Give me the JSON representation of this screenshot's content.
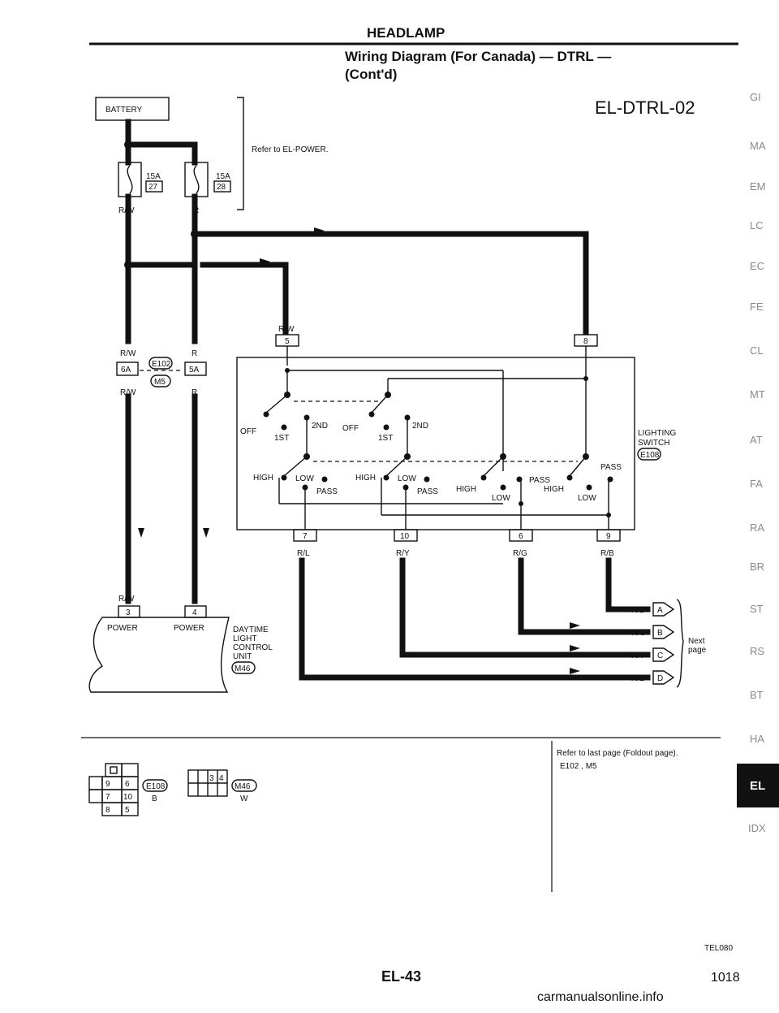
{
  "header": {
    "title": "HEADLAMP",
    "subtitle_line1": "Wiring Diagram (For Canada) — DTRL —",
    "subtitle_line2": "(Cont'd)",
    "diagram_code": "EL-DTRL-02"
  },
  "battery": {
    "label": "BATTERY",
    "note": "Refer to EL-POWER."
  },
  "fuses": [
    {
      "amp": "15A",
      "num": "27"
    },
    {
      "amp": "15A",
      "num": "28"
    }
  ],
  "wire_colors": {
    "rw": "R/W",
    "r": "R",
    "rl": "R/L",
    "ry": "R/Y",
    "rg": "R/G",
    "rb": "R/B"
  },
  "connectors": {
    "c6a": "6A",
    "c5a": "5A",
    "e102": "E102",
    "m5": "M5",
    "c5": "5",
    "c8": "8",
    "c7": "7",
    "c10": "10",
    "c6": "6",
    "c9": "9",
    "c3": "3",
    "c4": "4"
  },
  "switch": {
    "off": "OFF",
    "first": "1ST",
    "second": "2ND",
    "high": "HIGH",
    "low": "LOW",
    "pass": "PASS",
    "label_line1": "LIGHTING",
    "label_line2": "SWITCH",
    "connector": "E108"
  },
  "dtrl_unit": {
    "power": "POWER",
    "label_line1": "DAYTIME",
    "label_line2": "LIGHT",
    "label_line3": "CONTROL",
    "label_line4": "UNIT",
    "connector": "M46"
  },
  "next_page": {
    "refs": [
      "A",
      "B",
      "C",
      "D"
    ],
    "label_line1": "Next",
    "label_line2": "page"
  },
  "bottom": {
    "e108_pins": [
      "9",
      "6",
      "7",
      "10",
      "8",
      "5"
    ],
    "e108_name": "E108",
    "e108_color": "B",
    "m46_pins": [
      "3",
      "4"
    ],
    "m46_name": "M46",
    "m46_color": "W",
    "refer_note": "Refer to last page (Foldout page).",
    "refer_connectors": "E102 , M5",
    "code": "TEL080",
    "page_label": "EL-43",
    "page_number": "1018"
  },
  "side_index": [
    "GI",
    "MA",
    "EM",
    "LC",
    "EC",
    "FE",
    "CL",
    "MT",
    "AT",
    "FA",
    "RA",
    "BR",
    "ST",
    "RS",
    "BT",
    "HA",
    "EL",
    "IDX"
  ],
  "active_index": "EL",
  "watermark": "carmanualsonline.info"
}
